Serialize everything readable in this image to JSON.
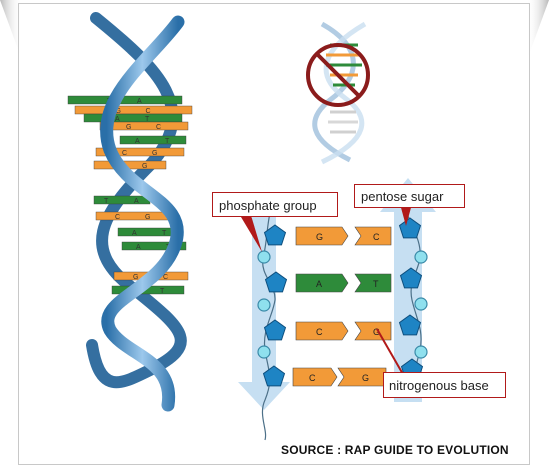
{
  "callouts": {
    "phosphate": "phosphate group",
    "sugar": "pentose sugar",
    "base": "nitrogenous base"
  },
  "source": "SOURCE : RAP GUIDE TO EVOLUTION",
  "strand_pairs": [
    {
      "left": "G",
      "right": "C"
    },
    {
      "left": "A",
      "right": "T"
    },
    {
      "left": "C",
      "right": "G"
    },
    {
      "left": "C",
      "right": "G"
    }
  ],
  "helix_rungs": [
    {
      "left": "T",
      "right": "A",
      "color": "green"
    },
    {
      "left": "G",
      "right": "C",
      "color": "orange"
    },
    {
      "left": "A",
      "right": "T",
      "color": "green"
    },
    {
      "left": "G",
      "right": "C",
      "color": "orange"
    },
    {
      "left": "A",
      "right": "T",
      "color": "green"
    },
    {
      "left": "C",
      "right": "G",
      "color": "orange"
    },
    {
      "left": "C",
      "right": "G",
      "color": "orange"
    },
    {
      "left": "T",
      "right": "A",
      "color": "green"
    },
    {
      "left": "C",
      "right": "G",
      "color": "orange"
    },
    {
      "left": "A",
      "right": "T",
      "color": "green"
    },
    {
      "left": "A",
      "right": "T",
      "color": "green"
    },
    {
      "left": "G",
      "right": "C",
      "color": "orange"
    },
    {
      "left": "A",
      "right": "T",
      "color": "green"
    }
  ],
  "colors": {
    "adenine_thymine": "#2e8b3a",
    "guanine_cytosine": "#f29a38",
    "phosphate": "#8fe0ee",
    "sugar": "#1e84c4",
    "strand": "#bcd9f0",
    "callout_border": "#b11a1a",
    "stop_sign": "#8b1c1c"
  }
}
